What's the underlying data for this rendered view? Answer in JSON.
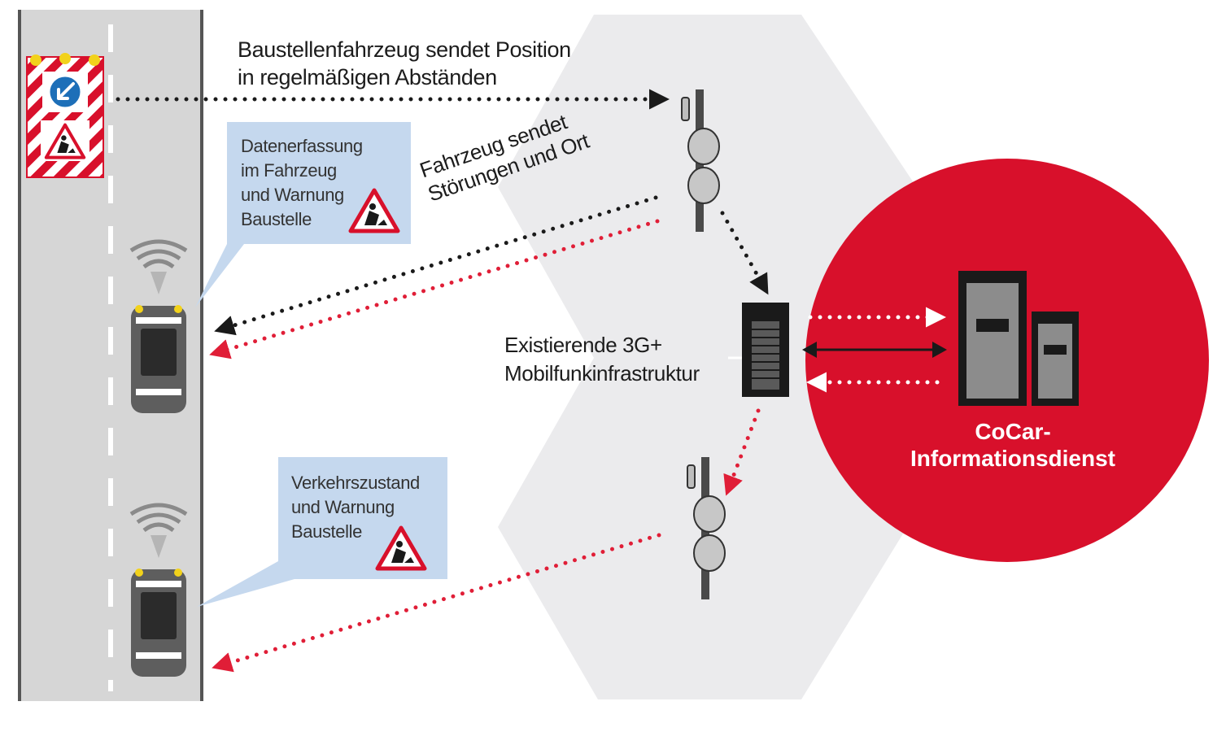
{
  "labels": {
    "construction_vehicle": "Baustellenfahrzeug sendet Position\nin regelmäßigen Abständen",
    "vehicle_reports": "Fahrzeug sendet\nStörungen und Ort",
    "infrastructure": "Existierende 3G+\nMobilfunkinfrastruktur",
    "cocar_service": "CoCar-\nInformationsdienst"
  },
  "callouts": [
    {
      "text": "Datenerfassung\nim Fahrzeug\nund Warnung\nBaustelle",
      "icon": "roadwork-warning-icon"
    },
    {
      "text": "Verkehrszustand\nund Warnung\nBaustelle",
      "icon": "roadwork-warning-icon"
    }
  ],
  "colors": {
    "accent_red": "#d8102b",
    "dotted_red": "#e01e37",
    "road": "#d6d6d6",
    "cell_background": "#ebebed",
    "callout_fill": "#c5d8ee",
    "dark": "#1a1a1a"
  }
}
